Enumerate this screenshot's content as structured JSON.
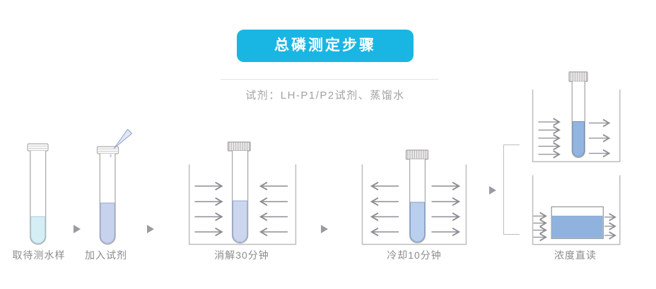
{
  "header": {
    "title": "总磷测定步骤"
  },
  "reagent_note": "试剂：LH-P1/P2试剂、蒸馏水",
  "steps": [
    {
      "label": "取待测水样"
    },
    {
      "label": "加入试剂"
    },
    {
      "label": "消解30分钟"
    },
    {
      "label": "冷却10分钟"
    },
    {
      "label": "浓度直读"
    }
  ],
  "colors": {
    "accent": "#19b6e3",
    "step1_liquid": "#d5edf5",
    "step2_liquid": "#c7d2ec",
    "step3_liquid": "#ccd6ee",
    "step4_liquid": "#b8d0ee",
    "step5_liquid": "#92b4e0",
    "cuvette_liquid": "#8fb2de",
    "arrow_gray": "#8d8d94",
    "outline_gray": "#ababab"
  },
  "icons": {
    "step_arrow": "right-triangle",
    "flow_arrow": "horizontal-arrow"
  }
}
